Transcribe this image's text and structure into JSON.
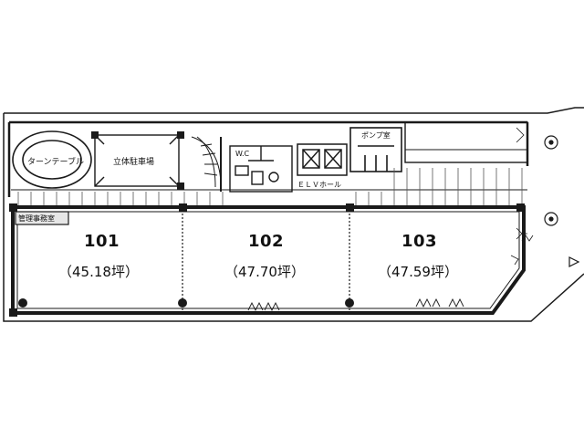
{
  "units": [
    {
      "number": "101",
      "area": "（45.18坪）"
    },
    {
      "number": "102",
      "area": "（47.70坪）"
    },
    {
      "number": "103",
      "area": "（47.59坪）"
    }
  ],
  "rooms": {
    "turntable": "ターンテーブル",
    "parking": "立体駐車場",
    "wc": "W.C",
    "elevator_hall": "ＥＬＶホール",
    "pump_room": "ポンプ室",
    "management_office": "管理事務室"
  },
  "colors": {
    "line": "#1a1a1a",
    "paper": "#ffffff"
  }
}
